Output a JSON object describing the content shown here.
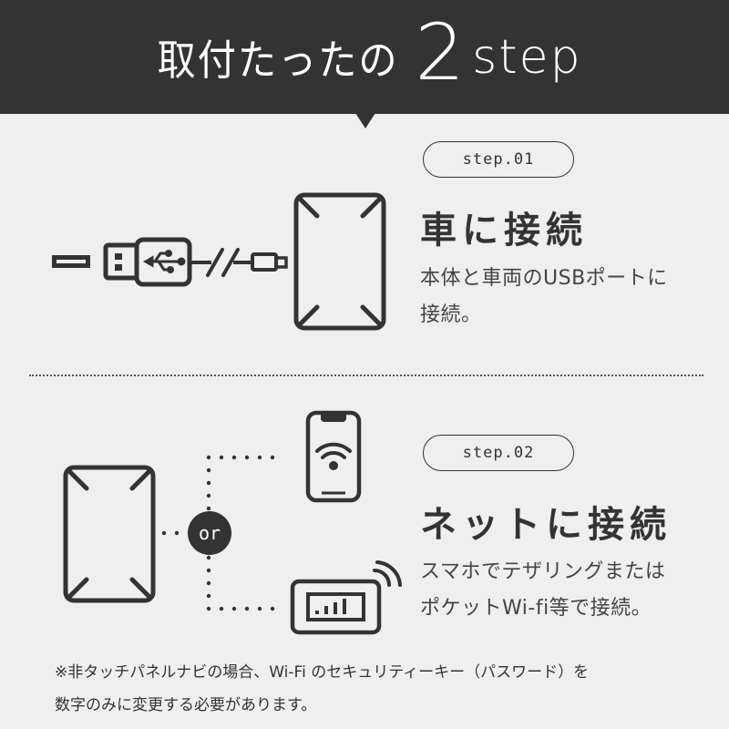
{
  "header": {
    "title_prefix": "取付たったの",
    "title_number": "2",
    "title_suffix": "step",
    "background_color": "#333333"
  },
  "steps": [
    {
      "badge": "step.01",
      "heading": "車に接続",
      "description_lines": [
        "本体と車両のUSBポートに",
        "接続。"
      ],
      "icons": [
        "usb-port-icon",
        "usb-plug-icon",
        "cable-break-icon",
        "micro-usb-plug-icon",
        "device-icon"
      ]
    },
    {
      "badge": "step.02",
      "heading": "ネットに接続",
      "description_lines": [
        "スマホでテザリングまたは",
        "ポケットWi-fi等で接続。"
      ],
      "connector_label": "or",
      "icons": [
        "device-icon",
        "smartphone-wifi-icon",
        "pocket-wifi-router-icon"
      ]
    }
  ],
  "note": {
    "lines": [
      "※非タッチパネルナビの場合、Wi-Fi のセキュリティーキー（パスワード）を",
      "数字のみに変更する必要があります。"
    ]
  },
  "colors": {
    "background": "#efefef",
    "ink": "#333333",
    "header_text": "#ffffff"
  }
}
